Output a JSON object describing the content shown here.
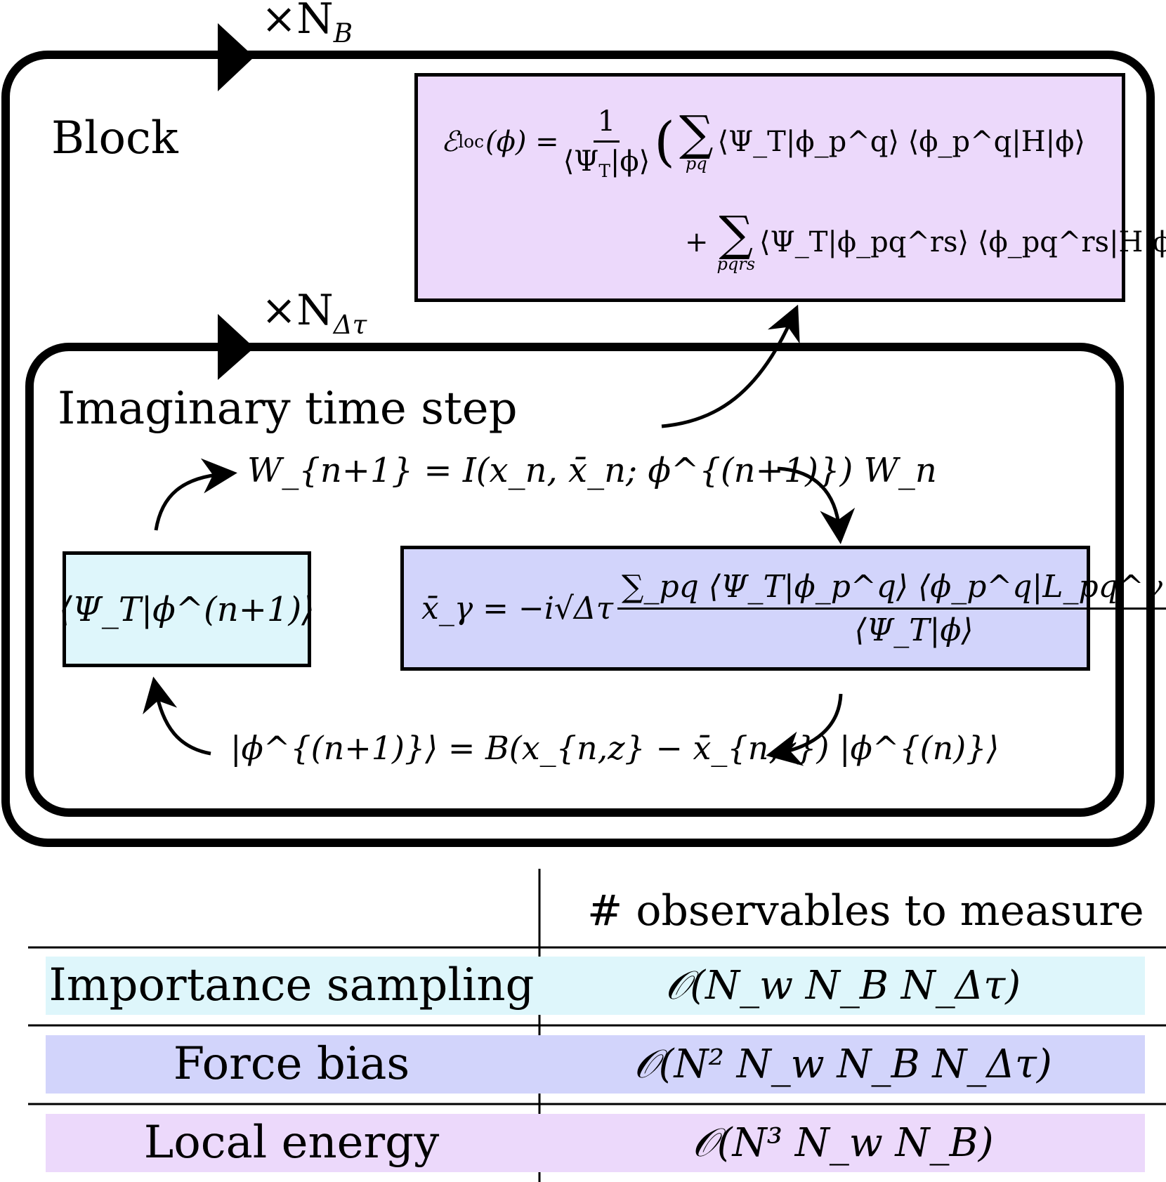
{
  "loops": {
    "outer_multiplier": "×N",
    "outer_multiplier_sub": "B",
    "inner_multiplier": "×N",
    "inner_multiplier_sub": "Δτ",
    "outer_label": "Block",
    "inner_label": "Imaginary time step"
  },
  "boxes": {
    "local_energy": {
      "line1_lhs": "ℰ",
      "line1_lhs_sub": "loc",
      "line1_lhs_arg": "(ϕ) =",
      "frac_num": "1",
      "frac_den": "⟨Ψ",
      "frac_den_sub": "T",
      "frac_den_end": "|ϕ⟩",
      "sum1_limits": "pq",
      "term1": "⟨Ψ_T|ϕ_p^q⟩ ⟨ϕ_p^q|H|ϕ⟩",
      "sum2_limits": "pqrs",
      "term2": "⟨Ψ_T|ϕ_pq^rs⟩ ⟨ϕ_pq^rs|H|ϕ⟩",
      "color": "#ecd9fb"
    },
    "overlap": {
      "text": "⟨Ψ_T|ϕ^(n+1)⟩",
      "color": "#def6fb"
    },
    "force_bias": {
      "lhs": "x̄_γ = −i√Δτ",
      "numerator": "∑_pq ⟨Ψ_T|ϕ_p^q⟩ ⟨ϕ_p^q|L_pq^γ|ϕ⟩",
      "denominator": "⟨Ψ_T|ϕ⟩",
      "color": "#d2d4fb"
    }
  },
  "equations": {
    "weight_update": "W_{n+1} = I(x_n, x̄_n; ϕ^{(n+1)}) W_n",
    "propagation": "|ϕ^{(n+1)}⟩ = B(x_{n,z} − x̄_{n,z}) |ϕ^{(n)}⟩"
  },
  "table": {
    "header": "# observables to measure",
    "rows": [
      {
        "name": "Importance sampling",
        "cost": "𝒪(N_w N_B N_Δτ)",
        "color": "#def6fb"
      },
      {
        "name": "Force bias",
        "cost": "𝒪(N² N_w N_B N_Δτ)",
        "color": "#d2d4fb"
      },
      {
        "name": "Local energy",
        "cost": "𝒪(N³ N_w N_B)",
        "color": "#ecd9fb"
      }
    ]
  }
}
